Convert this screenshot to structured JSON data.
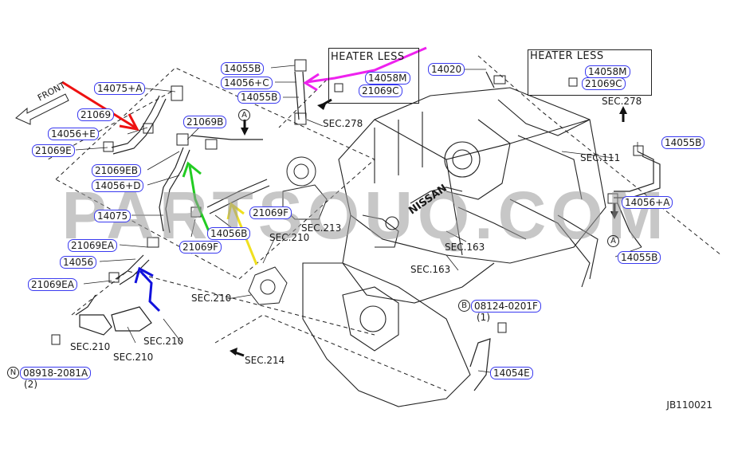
{
  "front_label": "FRONT",
  "heater_less_1": "HEATER LESS",
  "heater_less_2": "HEATER LESS",
  "watermark": "PARTSOUQ.COM",
  "diagram_code": "JB110021",
  "callout_a": "A",
  "callout_b": "B",
  "callout_n": "N",
  "engine_text": "NISSAN",
  "parts": {
    "p14075a": "14075+A",
    "p21069_top": "21069",
    "p14056e": "14056+E",
    "p21069e": "21069E",
    "p21069eb": "21069EB",
    "p14056d": "14056+D",
    "p14075": "14075",
    "p21069ea": "21069EA",
    "p14056": "14056",
    "p21069ea2": "21069EA",
    "p14055b_top": "14055B",
    "p14056c": "14056+C",
    "p14055b_mid": "14055B",
    "p14058m_1": "14058M",
    "p21069c_1": "21069C",
    "p21069b": "21069B",
    "p21069f_1": "21069F",
    "p14056b": "14056B",
    "p21069f_2": "21069F",
    "p14020": "14020",
    "p14058m_2": "14058M",
    "p21069c_2": "21069C",
    "p14055b_right": "14055B",
    "p14056a": "14056+A",
    "p14055b_bottom": "14055B",
    "p08124": "08124-0201F",
    "p14054e": "14054E",
    "p08918": "08918-2081A"
  },
  "qty": {
    "q1": "(1)",
    "q2": "(2)"
  },
  "sections": {
    "s278_1": "SEC.278",
    "s278_2": "SEC.278",
    "s111": "SEC.111",
    "s213": "SEC.213",
    "s210_1": "SEC.210",
    "s210_2": "SEC.210",
    "s210_3": "SEC.210",
    "s210_4": "SEC.210",
    "s210_5": "SEC.210",
    "s163_1": "SEC.163",
    "s163_2": "SEC.163",
    "s214": "SEC.214"
  },
  "colors": {
    "label_outline": "#3a3af0",
    "arrow_red": "#ee1111",
    "arrow_green": "#22cc22",
    "arrow_yellow": "#f0e020",
    "arrow_magenta": "#ee22ee",
    "arrow_blue": "#1111dd"
  }
}
